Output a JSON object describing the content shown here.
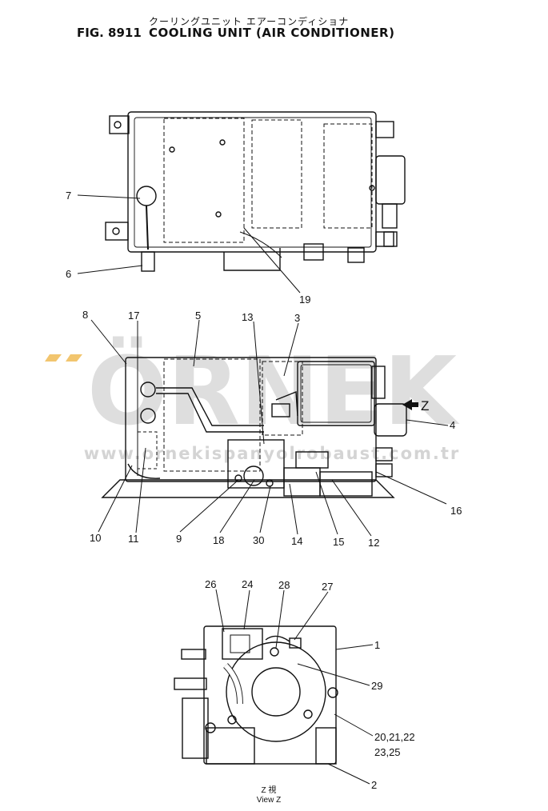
{
  "header": {
    "japanese_title": "クーリングユニット エアーコンディショナ",
    "fig_number": "FIG. 8911",
    "title": "COOLING UNIT (AIR CONDITIONER)"
  },
  "watermark": {
    "brand": "ÖRNEK",
    "url": "www.ornekispanyolrobaust.com.tr",
    "color": "#d9d9d9",
    "accent_color": "#f2c56e"
  },
  "callouts": {
    "top": [
      "7",
      "6",
      "19"
    ],
    "middle": [
      "8",
      "17",
      "5",
      "13",
      "3",
      "4",
      "16",
      "12",
      "15",
      "14",
      "30",
      "18",
      "9",
      "11",
      "10"
    ],
    "bottom": [
      "26",
      "24",
      "28",
      "27",
      "1",
      "29",
      "20,21,22",
      "23,25",
      "2"
    ]
  },
  "view_arrow_label": "Z",
  "view_caption": {
    "line1": "Z 視",
    "line2": "View Z"
  }
}
